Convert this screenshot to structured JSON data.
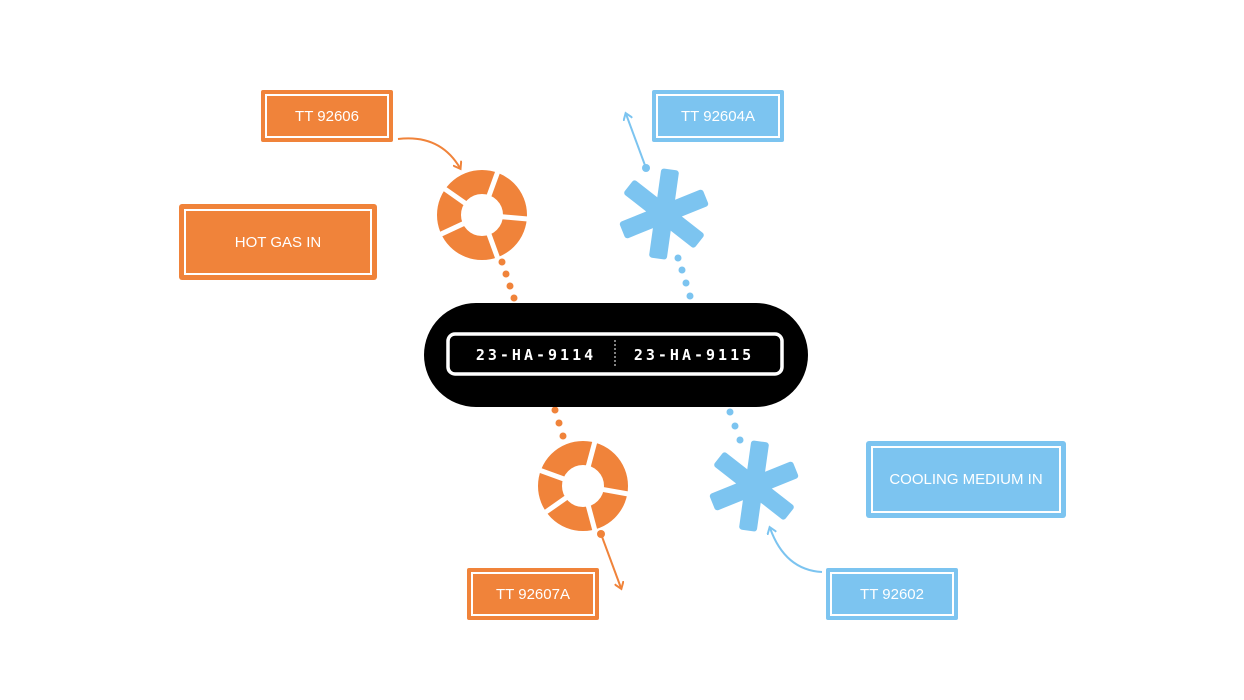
{
  "colors": {
    "hot": "#f0833a",
    "cold": "#7cc4f0",
    "exchanger": "#000000",
    "text": "#ffffff"
  },
  "exchanger": {
    "left_tag": "23-HA-9114",
    "right_tag": "23-HA-9115"
  },
  "inlets": {
    "hot": "HOT GAS IN",
    "cooling": "COOLING MEDIUM IN"
  },
  "sensors": {
    "hot_in": "TT 92606",
    "hot_out": "TT 92607A",
    "cold_out": "TT 92604A",
    "cold_in": "TT 92602"
  },
  "icons": {
    "hot": "life-ring-icon",
    "cold": "snowflake-asterisk-icon"
  }
}
